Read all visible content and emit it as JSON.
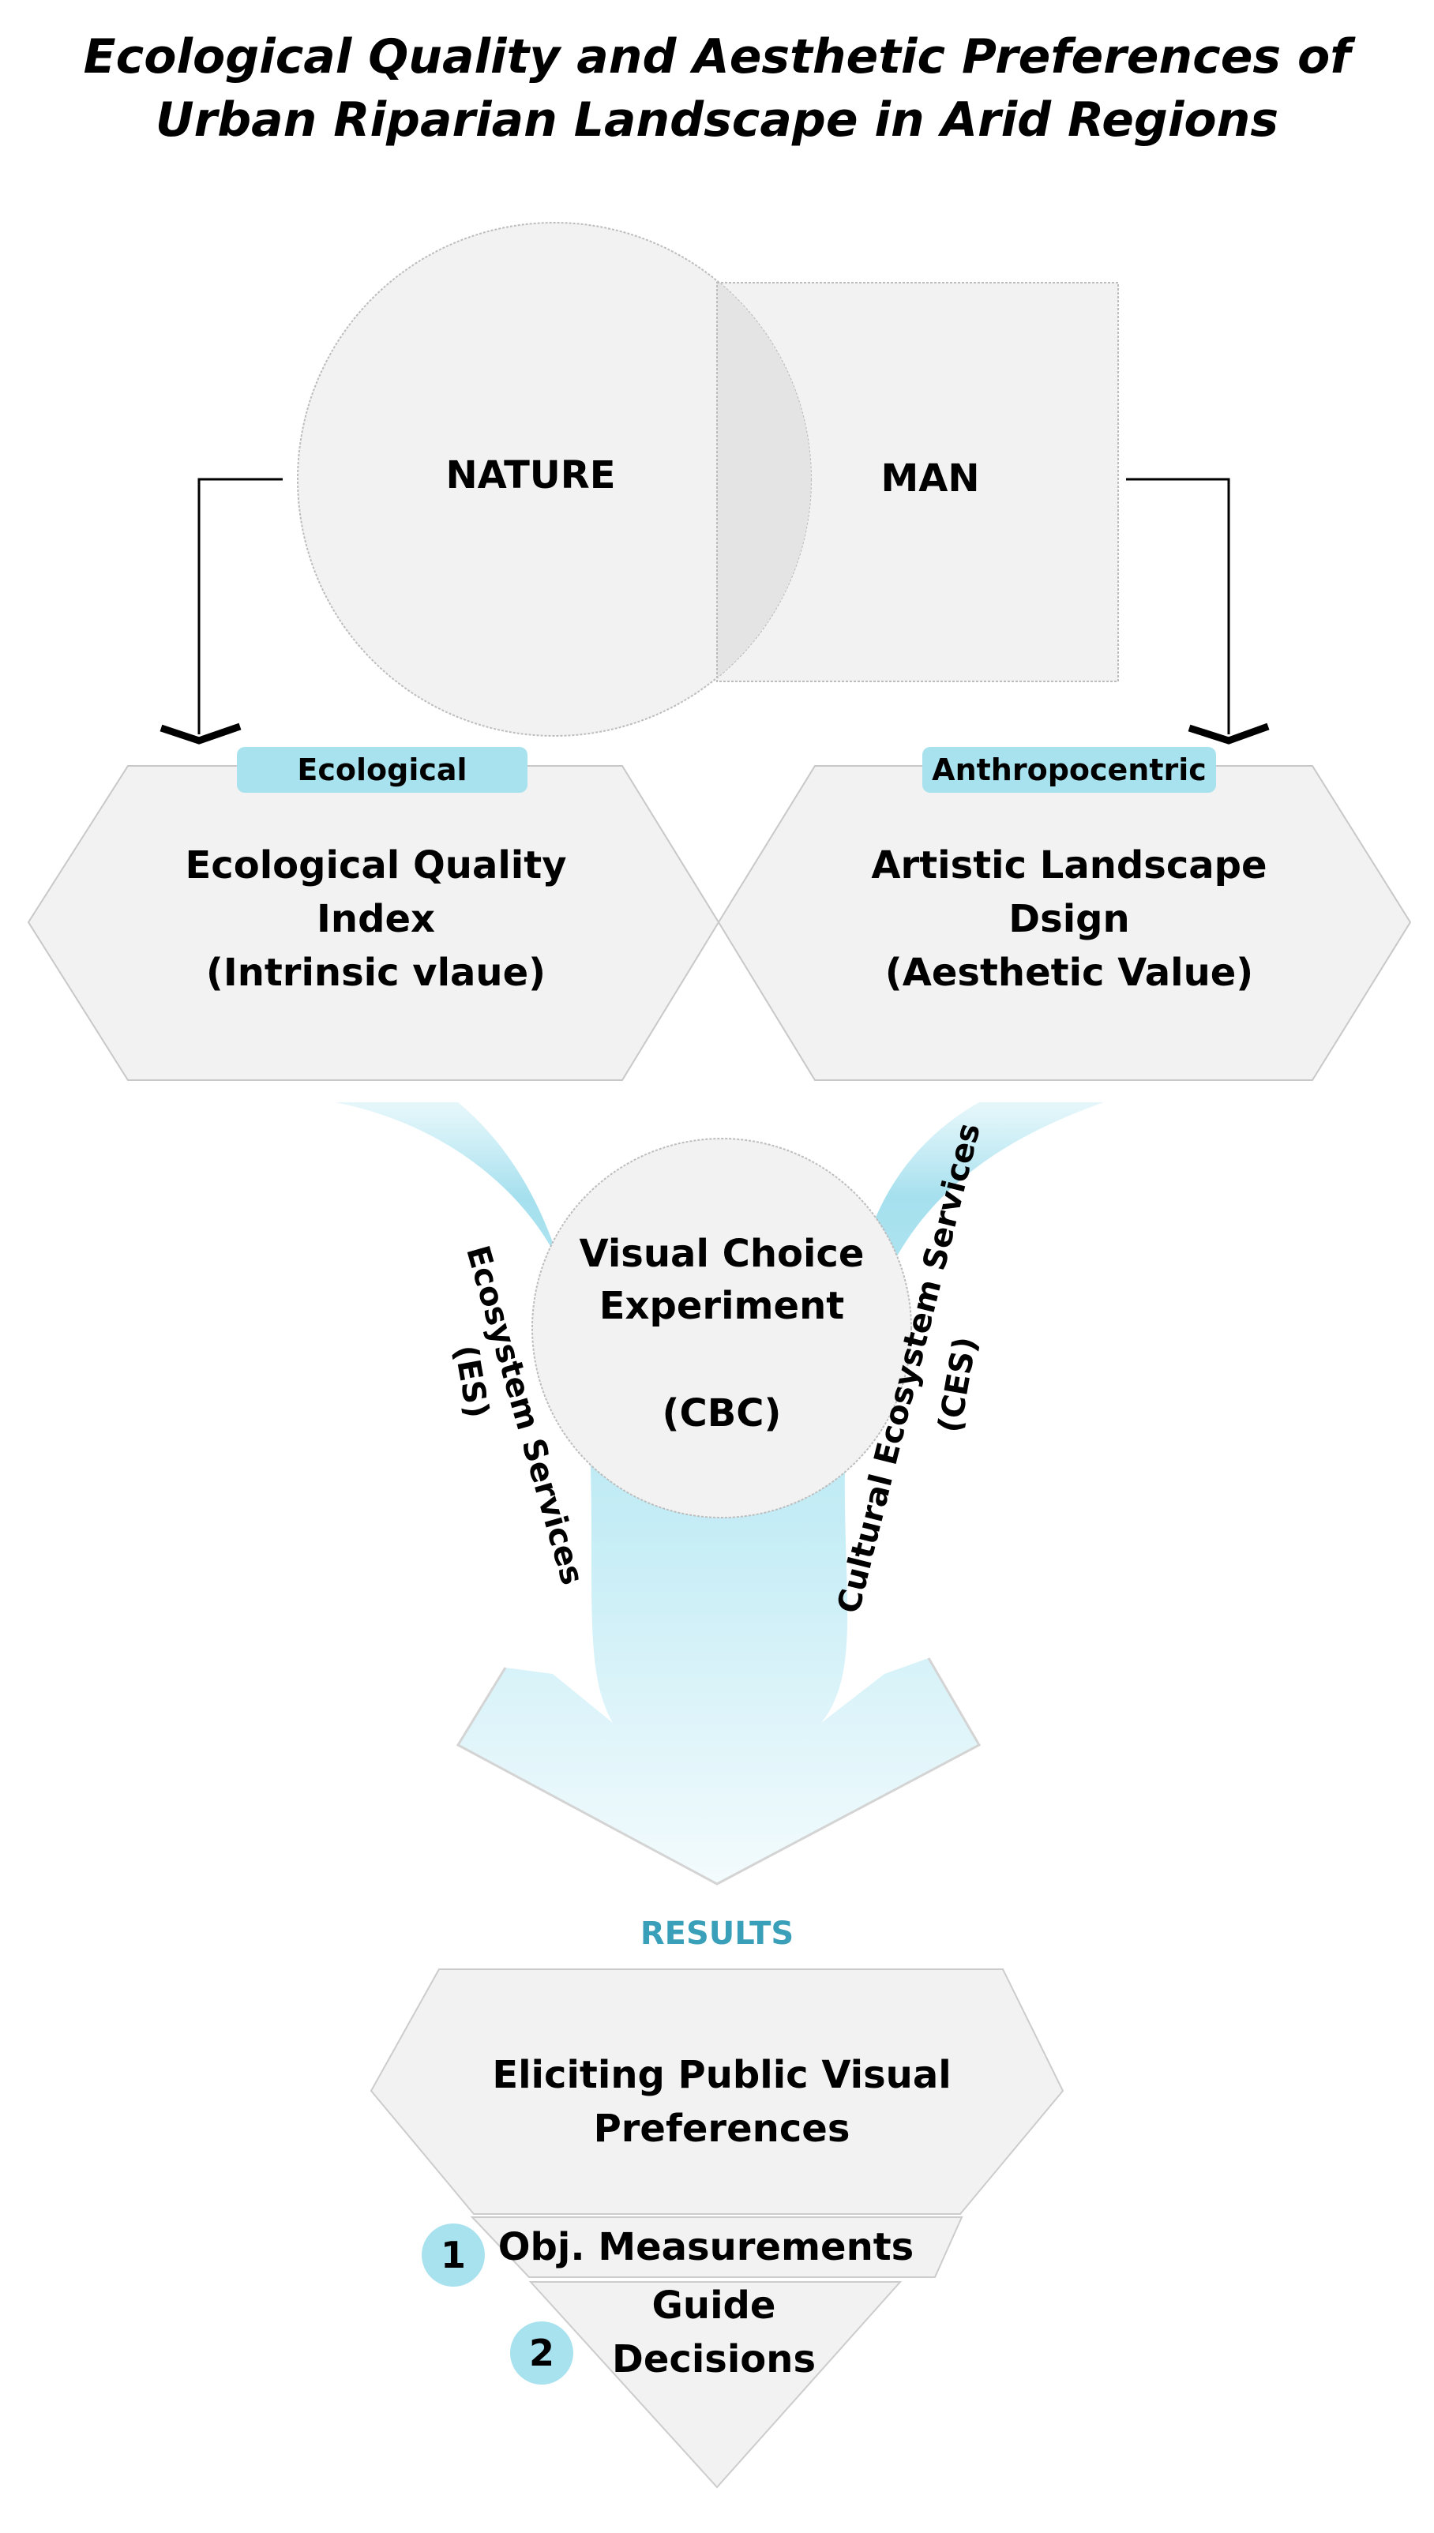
{
  "title": {
    "line1": "Ecological Quality and Aesthetic Preferences of",
    "line2": "Urban Riparian Landscape in Arid Regions"
  },
  "nature_label": "NATURE",
  "man_label": "MAN",
  "left_block": {
    "tag": "Ecological",
    "line1": "Ecological Quality",
    "line2": "Index",
    "line3": "(Intrinsic vlaue)"
  },
  "right_block": {
    "tag": "Anthropocentric",
    "line1": "Artistic Landscape",
    "line2": "Dsign",
    "line3": "(Aesthetic Value)"
  },
  "center_circle": {
    "line1": "Visual Choice",
    "line2": "Experiment",
    "line3": "(CBC)"
  },
  "left_flow": {
    "line1": "Ecosystem Services",
    "line2": "(ES)"
  },
  "right_flow": {
    "line1": "Cultural Ecosystem Services",
    "line2": "(CES)"
  },
  "results_label": "RESULTS",
  "funnel": {
    "top_line1": "Eliciting Public Visual",
    "top_line2": "Preferences",
    "step1_label": "Obj. Measurements",
    "step1_number": "1",
    "step2_line1": "Guide",
    "step2_line2": "Decisions",
    "step2_number": "2"
  },
  "colors": {
    "accent": "#a8e2ef",
    "results": "#3a9fb8",
    "shape_fill": "#f2f2f2",
    "shape_stroke": "#c8c8c8"
  }
}
